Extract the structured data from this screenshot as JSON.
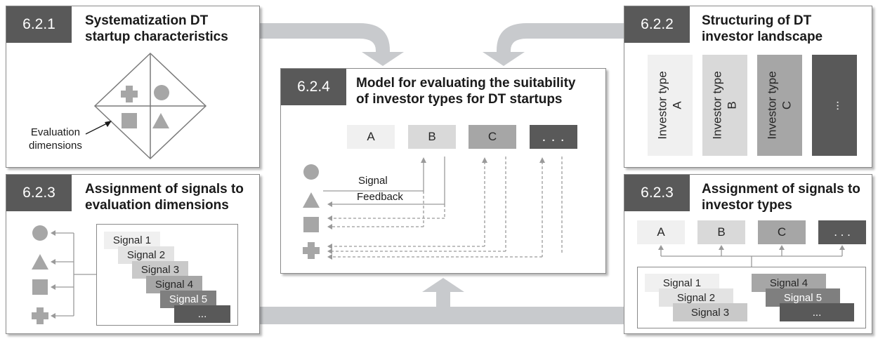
{
  "colors": {
    "tag_bg": "#595959",
    "arrow": "#c8cacd",
    "box_a": "#f0f0f0",
    "box_b": "#d9d9d9",
    "box_c": "#a6a6a6",
    "box_d": "#595959",
    "shape": "#a6a6a6"
  },
  "panel_621": {
    "number": "6.2.1",
    "title_line1": "Systematization DT",
    "title_line2": "startup characteristics",
    "eval_line1": "Evaluation",
    "eval_line2": "dimensions"
  },
  "panel_622": {
    "number": "6.2.2",
    "title_line1": "Structuring of DT",
    "title_line2": "investor landscape",
    "types": [
      "Investor type\nA",
      "Investor type\nB",
      "Investor type\nC",
      "..."
    ]
  },
  "panel_623_left": {
    "number": "6.2.3",
    "title_line1": "Assignment of signals to",
    "title_line2": "evaluation dimensions",
    "signals": [
      "Signal 1",
      "Signal 2",
      "Signal 3",
      "Signal 4",
      "Signal 5",
      "..."
    ]
  },
  "panel_623_right": {
    "number": "6.2.3",
    "title_line1": "Assignment of signals to",
    "title_line2": "investor types",
    "boxes": [
      "A",
      "B",
      "C",
      ". . ."
    ],
    "signals_left": [
      "Signal 1",
      "Signal 2",
      "Signal 3"
    ],
    "signals_right": [
      "Signal 4",
      "Signal 5",
      "..."
    ]
  },
  "panel_624": {
    "number": "6.2.4",
    "title_line1": "Model for evaluating the suitability",
    "title_line2": "of investor types for DT startups",
    "boxes": [
      "A",
      "B",
      "C",
      ". . ."
    ],
    "signal_label": "Signal",
    "feedback_label": "Feedback"
  }
}
